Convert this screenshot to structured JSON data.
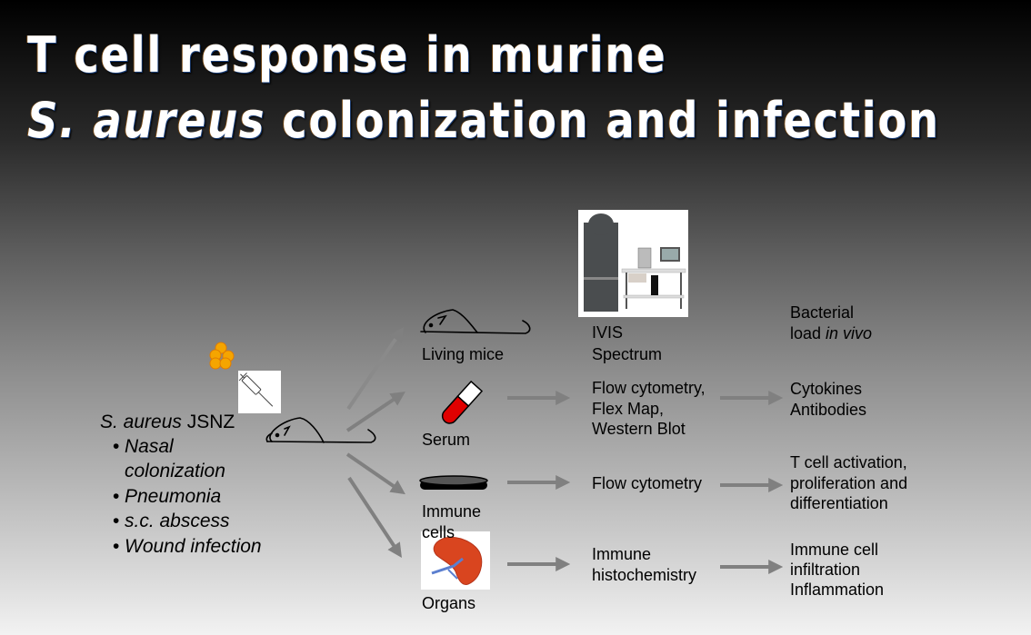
{
  "slide": {
    "title_line1": "T cell response in murine",
    "title_line2_italic": "S. aureus",
    "title_line2_rest": " colonization and infection"
  },
  "strain": {
    "name_italic": "S. aureus",
    "name_rest": " JSNZ",
    "models": [
      "Nasal",
      "colonization",
      "Pneumonia",
      "s.c. abscess",
      "Wound infection"
    ],
    "bullet": "•"
  },
  "samples": {
    "living_mice": "Living mice",
    "serum": "Serum",
    "immune_cells_1": "Immune",
    "immune_cells_2": "cells",
    "organs": "Organs"
  },
  "methods": {
    "ivis_1": "IVIS",
    "ivis_2": "Spectrum",
    "serum_1": "Flow cytometry,",
    "serum_2": "Flex Map,",
    "serum_3": "Western Blot",
    "cells": "Flow cytometry",
    "organs_1": "Immune",
    "organs_2": "histochemistry"
  },
  "readouts": {
    "bacterial_1": "Bacterial",
    "bacterial_2": "load ",
    "bacterial_2_italic": "in vivo",
    "cytokines_1": "Cytokines",
    "cytokines_2": "Antibodies",
    "tcell_1": "T cell activation,",
    "tcell_2": "proliferation and",
    "tcell_3": "differentiation",
    "infil_1": "Immune cell",
    "infil_2": "infiltration",
    "infil_3": "Inflammation"
  },
  "colors": {
    "arrow": "#808080",
    "bacteria": "#f5a500",
    "serum_red": "#e00000"
  }
}
